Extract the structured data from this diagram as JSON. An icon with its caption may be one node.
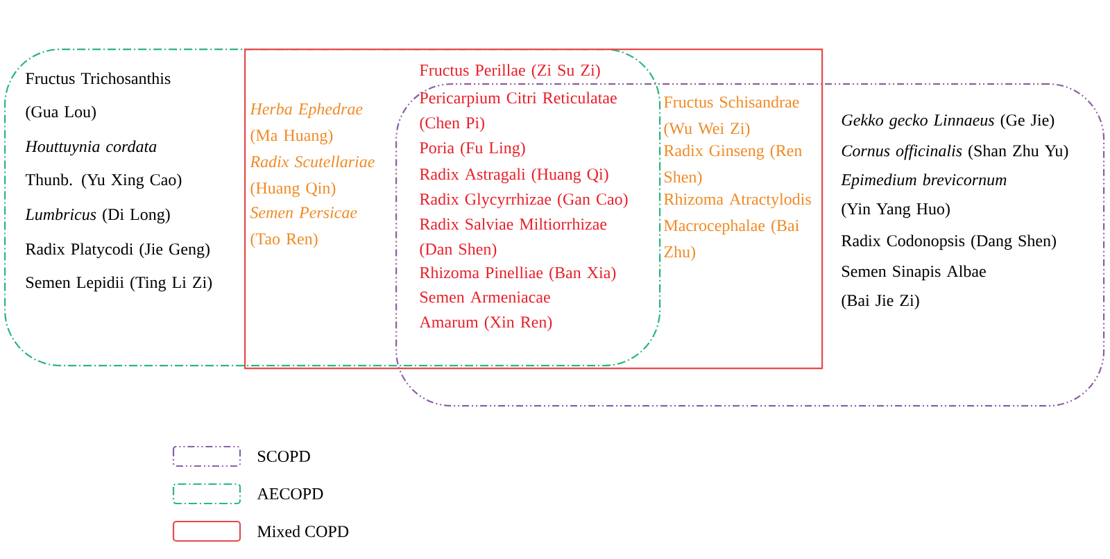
{
  "diagram": {
    "nodes": [
      {
        "text": [],
        "shape": "box"
      },
      {
        "text": [],
        "shape": "box"
      },
      {
        "text": [],
        "shape": "box"
      }
    ],
    "labels": [
      "Fructus Trichosanthis (Gua Lou)",
      "*Houttuynia cordata* Thunb. (Yu Xing Cao)",
      "*Lumbricus* (Di Long)",
      "Radix Platycodi (Jie Geng)",
      "Semen Lepidii (Ting Li Zi)",
      "*Herba Ephedrae* (Ma Huang)",
      "*Radix Scutellariae* (Huang Qin)",
      "*Semen Persicae* (Tao Ren)",
      "Fructus Perillae (Zi Su Zi)",
      "Pericarpium Citri Reticulatae (Chen Pi)",
      "Poria (Fu Ling)",
      "Radix Astragali (Huang Qi)",
      "Radix Glycyrrhizae (Gan Cao)",
      "Radix Salviae Miltiorrhizae (Dan Shen)",
      "Rhizoma Pinelliae (Ban Xia)",
      "Semen Armeniacae Amarum (Xin Ren)",
      "Fructus Schisandrae (Wu Wei Zi)",
      "Radix Ginseng (Ren Shen)",
      "Rhizoma Atractylodis Macrocephalae (Bai Zhu)",
      "*Gekko gecko Linnaeus* (Ge Jie)",
      "*Cornus officinalis* (Shan Zhu Yu)",
      "*Epimedium brevicornum* (Yin Yang Huo)",
      "Radix Codonopsis (Dang Shen)",
      "Semen Sinapis Albae (Bai Jie Zi)"
    ],
    "legend": [
      {
        "text": "SCOPD"
      },
      {
        "text": "AECOPD"
      },
      {
        "text": "Mixed COPD"
      }
    ]
  }
}
